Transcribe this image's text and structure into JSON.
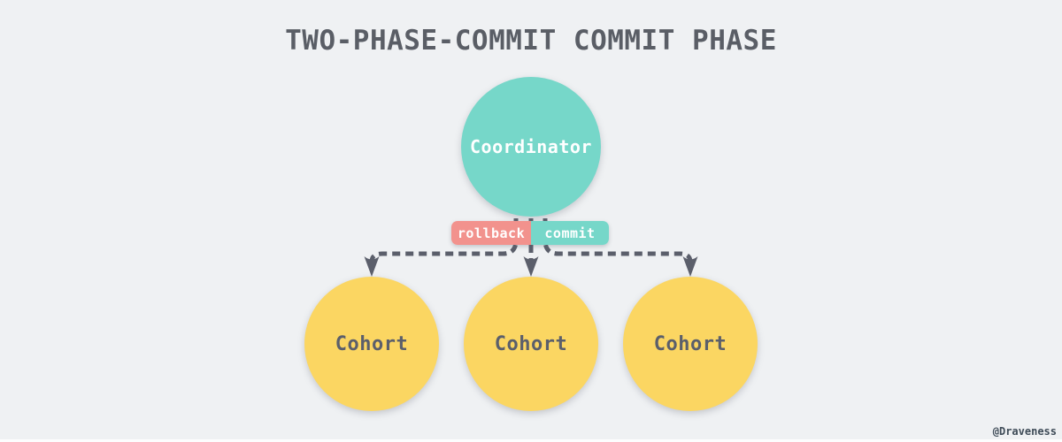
{
  "title": "TWO-PHASE-COMMIT COMMIT PHASE",
  "watermark": "@Draveness",
  "nodes": {
    "coordinator": {
      "label": "Coordinator"
    },
    "cohorts": [
      {
        "label": "Cohort"
      },
      {
        "label": "Cohort"
      },
      {
        "label": "Cohort"
      }
    ]
  },
  "badges": {
    "rollback": {
      "label": "rollback"
    },
    "commit": {
      "label": "commit"
    }
  },
  "colors": {
    "background": "#EFF1F3",
    "coordinator-fill": "#76D7C9",
    "cohort-fill": "#FBD662",
    "rollback-fill": "#F2928D",
    "commit-fill": "#76D7C9",
    "line": "#5B5F6B",
    "title-text": "#5A5E66",
    "node-text-dark": "#5B5F6B",
    "node-text-light": "#FFFFFF",
    "watermark-text": "#3E4B57"
  }
}
